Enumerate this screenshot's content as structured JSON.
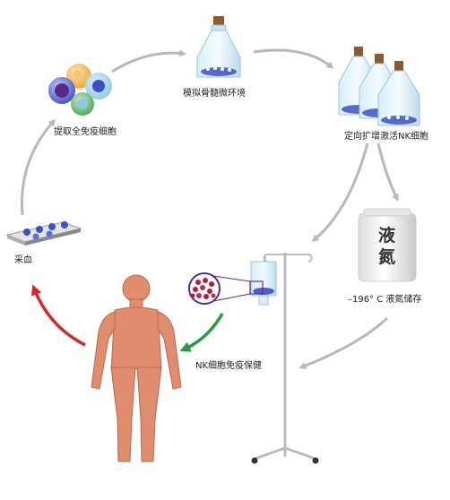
{
  "steps": {
    "blood_collection": "采血",
    "extract_cells": "提取全免疫细胞",
    "simulate_marrow": "模拟骨髓微环境",
    "activate_nk": "定向扩增激活NK细胞",
    "cryo_storage": "–196° C 液氮储存",
    "nk_care": "NK细胞免疫保健"
  },
  "nitrogen_tank": {
    "char1": "液",
    "char2": "氮"
  },
  "colors": {
    "arrow_gray": "#b8b8b8",
    "arrow_red": "#d9262b",
    "arrow_green": "#2a9a45",
    "body": "#e08c6e",
    "cell_blue": "#3b50c8",
    "cell_purple": "#5a2a8a",
    "cell_orange": "#f0a428",
    "cell_green": "#4aa84a",
    "cell_cyan": "#8ec8e8"
  }
}
